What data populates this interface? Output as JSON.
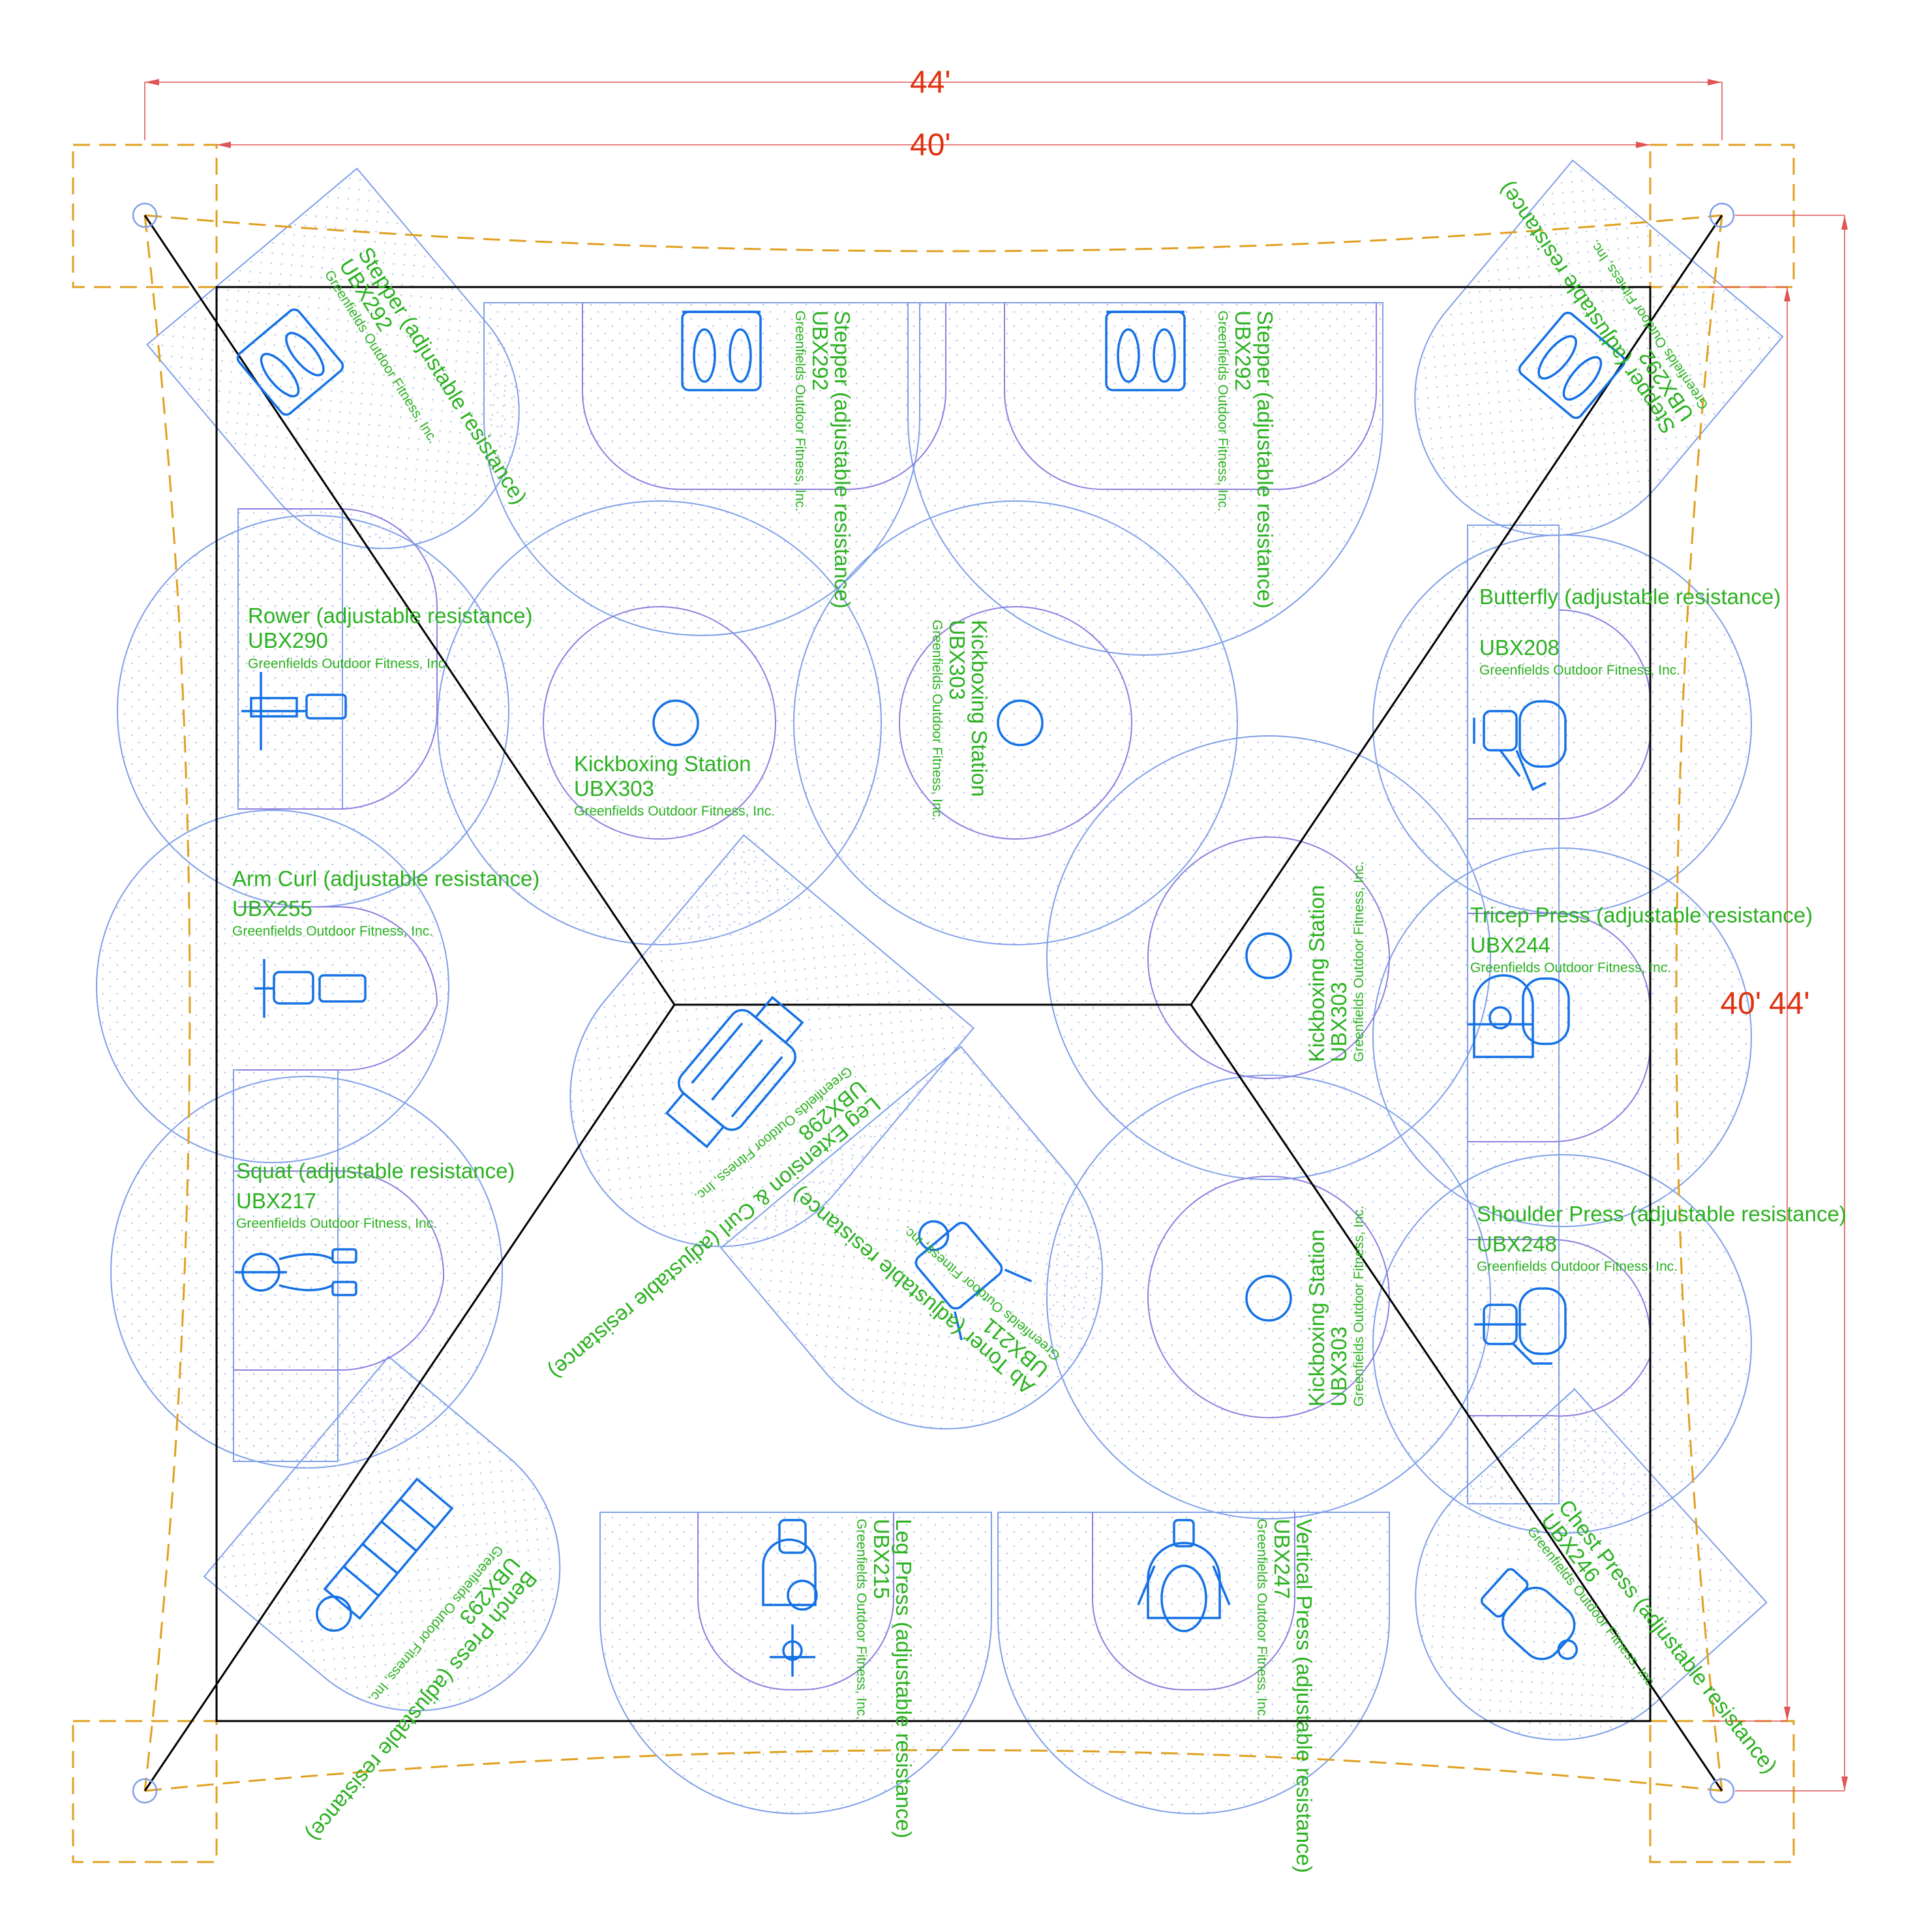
{
  "dimensions": {
    "outer_width": "44'",
    "inner_width": "40'",
    "inner_height": "40'",
    "outer_height": "44'"
  },
  "manufacturer": "Greenfields Outdoor Fitness, Inc.",
  "stations": [
    {
      "id": "stepper-tl",
      "name": "Stepper (adjustable resistance)",
      "model": "UBX292"
    },
    {
      "id": "stepper-top-1",
      "name": "Stepper (adjustable resistance)",
      "model": "UBX292"
    },
    {
      "id": "stepper-top-2",
      "name": "Stepper (adjustable resistance)",
      "model": "UBX292"
    },
    {
      "id": "stepper-tr",
      "name": "Stepper (adjustable resistance)",
      "model": "UBX292"
    },
    {
      "id": "rower",
      "name": "Rower (adjustable resistance)",
      "model": "UBX290"
    },
    {
      "id": "kickboxing-1",
      "name": "Kickboxing Station",
      "model": "UBX303"
    },
    {
      "id": "kickboxing-2",
      "name": "Kickboxing Station",
      "model": "UBX303"
    },
    {
      "id": "kickboxing-3",
      "name": "Kickboxing Station",
      "model": "UBX303"
    },
    {
      "id": "kickboxing-4",
      "name": "Kickboxing Station",
      "model": "UBX303"
    },
    {
      "id": "butterfly",
      "name": "Butterfly (adjustable resistance)",
      "model": "UBX208"
    },
    {
      "id": "arm-curl",
      "name": "Arm Curl (adjustable resistance)",
      "model": "UBX255"
    },
    {
      "id": "tricep-press",
      "name": "Tricep Press (adjustable resistance)",
      "model": "UBX244"
    },
    {
      "id": "leg-extension",
      "name": "Leg Extension & Curl (adjustable resistance)",
      "model": "UBX298"
    },
    {
      "id": "squat",
      "name": "Squat (adjustable resistance)",
      "model": "UBX217"
    },
    {
      "id": "shoulder-press",
      "name": "Shoulder Press (adjustable resistance)",
      "model": "UBX248"
    },
    {
      "id": "ab-toner",
      "name": "Ab Toner (adjustable resistance)",
      "model": "UBX211"
    },
    {
      "id": "bench-press",
      "name": "Bench Press (adjustable resistance)",
      "model": "UBX293"
    },
    {
      "id": "leg-press",
      "name": "Leg Press (adjustable resistance)",
      "model": "UBX215"
    },
    {
      "id": "vertical-press",
      "name": "Vertical Press (adjustable resistance)",
      "model": "UBX247"
    },
    {
      "id": "chest-press",
      "name": "Chest Press (adjustable resistance)",
      "model": "UBX246"
    }
  ],
  "colors": {
    "label_green": "#2ab11f",
    "equipment_blue": "#1471e6",
    "zone_outline": "#7f9fe8",
    "dimension_red": "#e03010",
    "canopy_dash": "#e0a020"
  }
}
